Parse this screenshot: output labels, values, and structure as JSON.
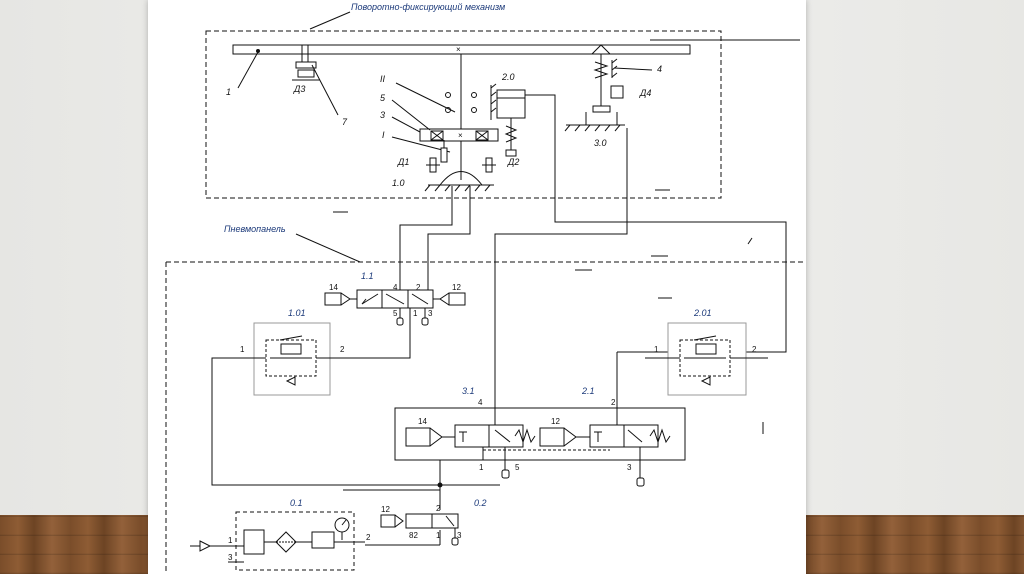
{
  "sections": {
    "mechanism_title": "Поворотно-фиксирующий механизм",
    "panel_title": "Пневмопанель"
  },
  "mechanism_labels": {
    "l1": "1",
    "l7": "7",
    "d3": "Д3",
    "ii": "II",
    "l5": "5",
    "l3": "3",
    "li": "I",
    "d1": "Д1",
    "d2": "Д2",
    "c10": "1.0",
    "c20": "2.0",
    "l4": "4",
    "d4": "Д4",
    "c30": "3.0"
  },
  "components": {
    "v11": "1.1",
    "v101": "1.01",
    "v201": "2.01",
    "v31": "3.1",
    "v21": "2.1",
    "u01": "0.1",
    "v02": "0.2"
  },
  "ports": {
    "v11_14": "14",
    "v11_4": "4",
    "v11_2": "2",
    "v11_12": "12",
    "v11_5": "5",
    "v11_1": "1",
    "v11_3": "3",
    "r101_1": "1",
    "r101_2": "2",
    "r201_1": "1",
    "r201_2": "2",
    "v31_4": "4",
    "v21_2": "2",
    "v31_14": "14",
    "v21_12": "12",
    "v31_1": "1",
    "v31_5": "5",
    "v21_3": "3",
    "v02_12": "12",
    "v02_2": "2",
    "v02_82": "82",
    "v02_1": "1",
    "v02_3": "3",
    "u01_1": "1",
    "u01_3": "3",
    "u01_2": "2"
  },
  "colors": {
    "accent": "#1c3a7a"
  },
  "icons": [
    "gauge-icon",
    "regulator-icon",
    "exhaust-icon",
    "spring-icon",
    "solenoid-icon"
  ]
}
